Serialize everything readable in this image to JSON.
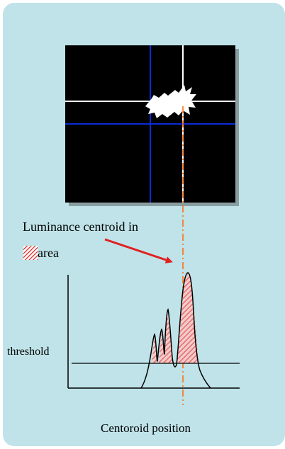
{
  "labels": {
    "luminance_centroid": "Luminance centroid in",
    "area": "area",
    "threshold": "threshold",
    "centroid_position": "Centoroid position"
  },
  "colors": {
    "background_panel": "#bfe3e8",
    "image_panel": "#000000",
    "crosshair_image": "#ffffff",
    "crosshair_centroid": "#0a2bd6",
    "centroid_line": "#ff6a00",
    "arrow": "#e02020",
    "hatch_fill": "#e8a0a0"
  }
}
